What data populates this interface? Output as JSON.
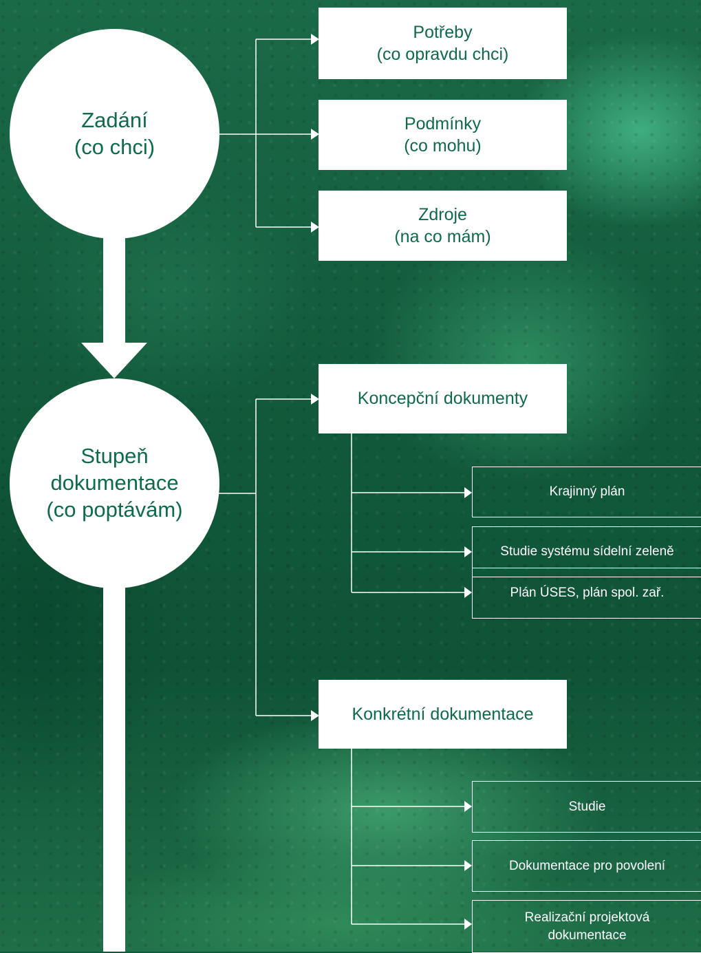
{
  "nodes": {
    "zadani": {
      "line1": "Zadání",
      "line2": "(co chci)"
    },
    "stupen": {
      "line1": "Stupeň",
      "line2": "dokumentace",
      "line3": "(co poptávám)"
    },
    "potreby": {
      "line1": "Potřeby",
      "line2": "(co opravdu chci)"
    },
    "podminky": {
      "line1": "Podmínky",
      "line2": "(co mohu)"
    },
    "zdroje": {
      "line1": "Zdroje",
      "line2": "(na co mám)"
    },
    "koncepcni": {
      "label": "Koncepční dokumenty"
    },
    "konkretni": {
      "label": "Konkrétní dokumentace"
    },
    "koncepcni_items": [
      {
        "label": "Krajinný plán"
      },
      {
        "label": "Studie systému sídelní zeleně"
      },
      {
        "label": "Plán ÚSES, plán spol. zař."
      }
    ],
    "konkretni_items": [
      {
        "label": "Studie"
      },
      {
        "label": "Dokumentace pro povolení"
      },
      {
        "line1": "Realizační projektová",
        "line2": "dokumentace"
      }
    ]
  },
  "colors": {
    "accent": "#0e6b4a",
    "connector": "#ffffff",
    "background": "#0f5a3c"
  }
}
